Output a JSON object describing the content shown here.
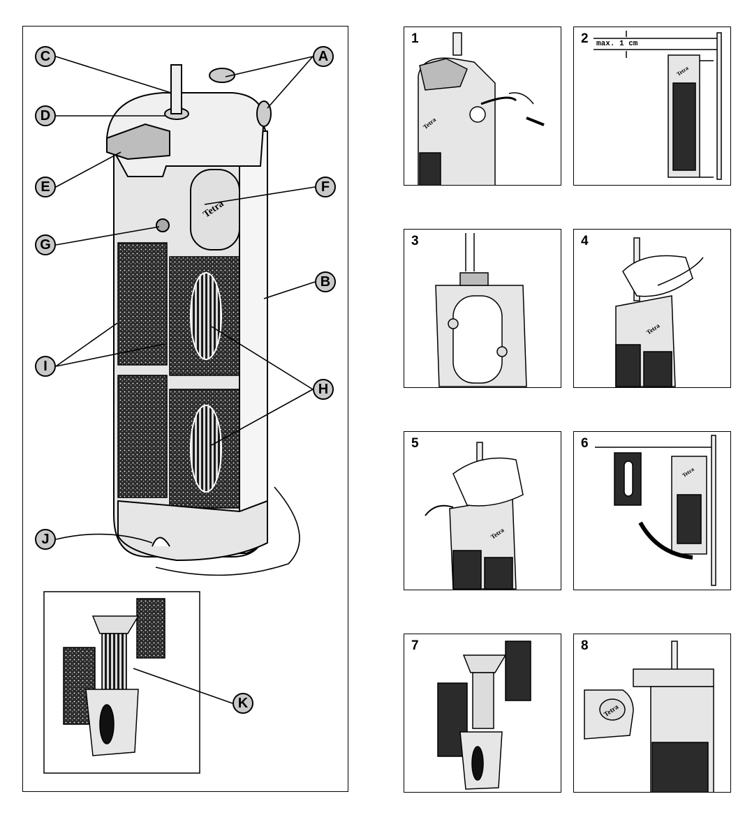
{
  "brand": "Tetra",
  "callouts": {
    "A": "A",
    "B": "B",
    "C": "C",
    "D": "D",
    "E": "E",
    "F": "F",
    "G": "G",
    "H": "H",
    "I": "I",
    "J": "J",
    "K": "K"
  },
  "steps": [
    {
      "number": "1"
    },
    {
      "number": "2",
      "measure": "max. 1 cm"
    },
    {
      "number": "3"
    },
    {
      "number": "4"
    },
    {
      "number": "5"
    },
    {
      "number": "6"
    },
    {
      "number": "7"
    },
    {
      "number": "8"
    }
  ],
  "colors": {
    "callout_fill": "#c9c9c9",
    "sponge": "#2b2b2b",
    "housing": "#e6e6e6"
  }
}
